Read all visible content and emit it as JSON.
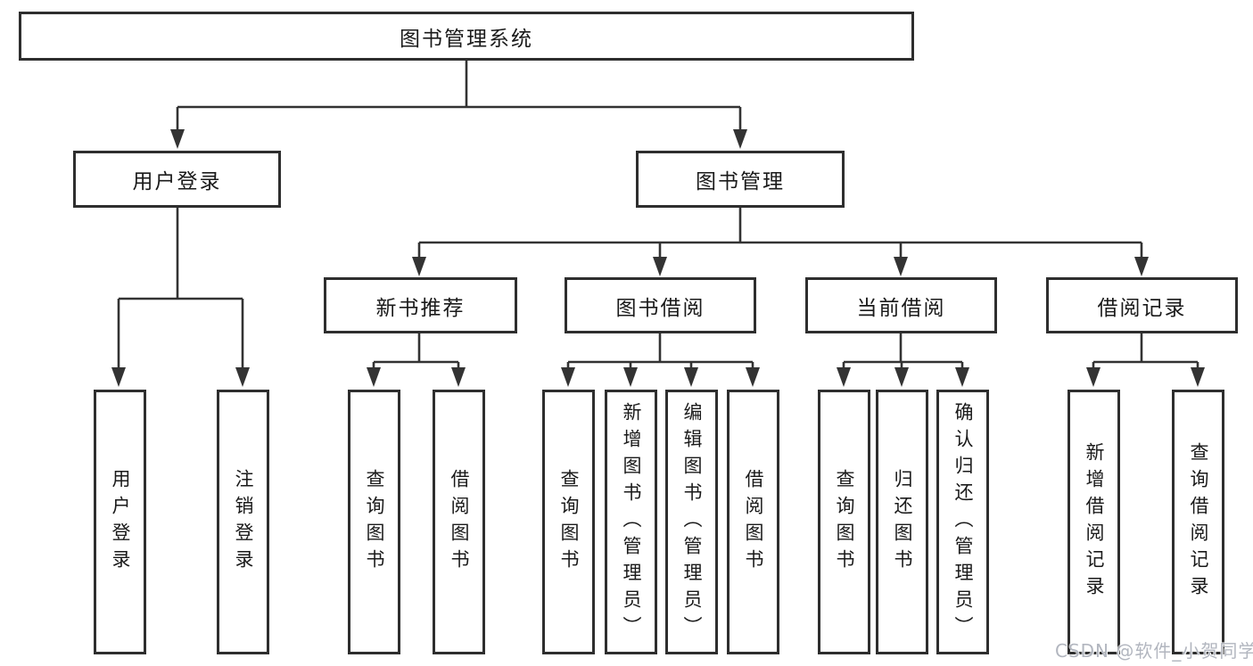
{
  "tree": {
    "root": "图书管理系统",
    "level2": [
      "用户登录",
      "图书管理"
    ],
    "level3": [
      "新书推荐",
      "图书借阅",
      "当前借阅",
      "借阅记录"
    ],
    "leaves_user": [
      "用户登录",
      "注销登录"
    ],
    "leaves_recommend": [
      "查询图书",
      "借阅图书"
    ],
    "leaves_borrow": [
      "查询图书",
      "新增图书（管理员）",
      "编辑图书（管理员）",
      "借阅图书"
    ],
    "leaves_current": [
      "查询图书",
      "归还图书",
      "确认归还（管理员）"
    ],
    "leaves_records": [
      "新增借阅记录",
      "查询借阅记录"
    ]
  },
  "watermark": {
    "text": "CSDN @软件_小贺同学"
  },
  "colors": {
    "line": "#333333",
    "box_border": "#2e2e2e",
    "text": "#1a1a1a",
    "watermark": "#b2b6bf",
    "background": "#ffffff"
  }
}
